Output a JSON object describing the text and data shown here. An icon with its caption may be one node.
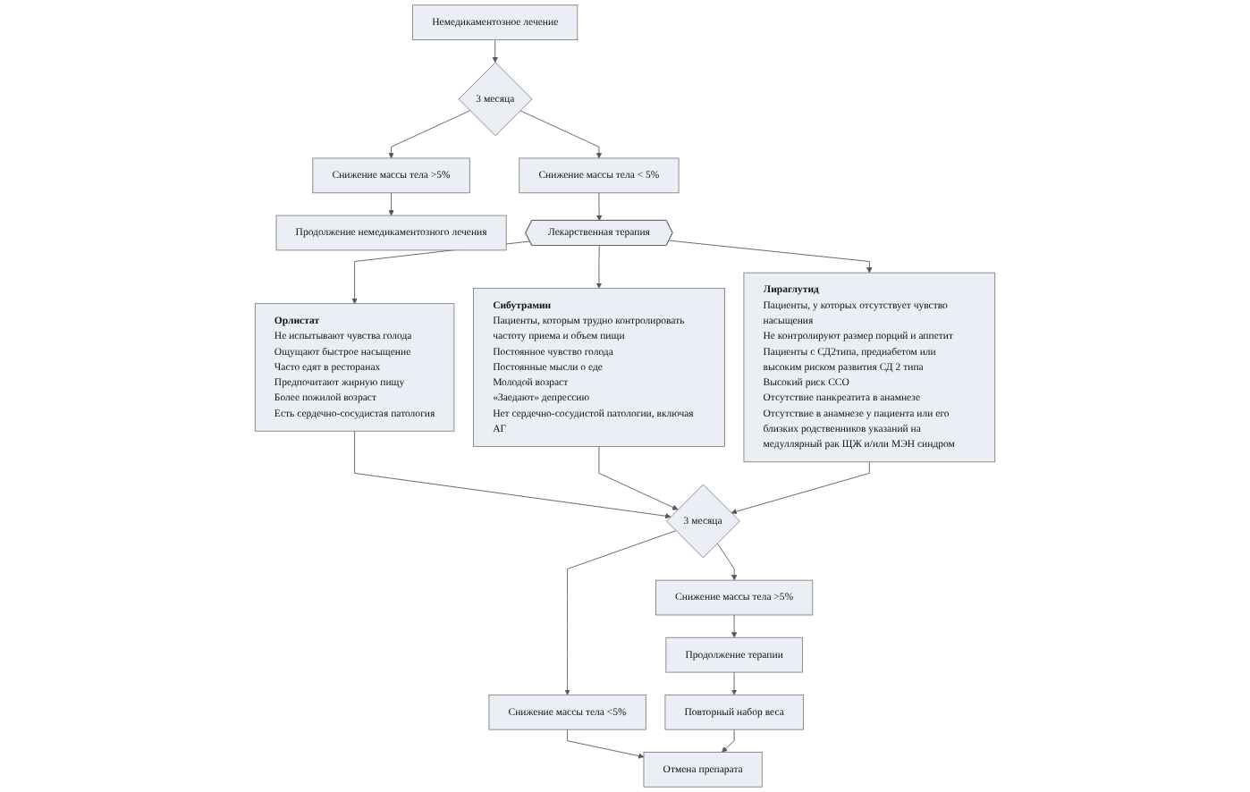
{
  "diagram": {
    "nodes": [
      {
        "text": [
          "Немедикаментозное лечение"
        ]
      },
      {
        "text": [
          "3 месяца"
        ]
      },
      {
        "text": [
          "Снижение массы тела >5%"
        ]
      },
      {
        "text": [
          "Снижение массы тела < 5%"
        ]
      },
      {
        "text": [
          "Продолжение немедикаментозного лечения"
        ]
      },
      {
        "text": [
          "Лекарственная терапия"
        ]
      },
      {
        "text": [
          "Орлистат",
          "Не испытывают чувства голода",
          "Ощущают быстрое насыщение",
          "Часто едят в ресторанах",
          "Предпочитают жирную пищу",
          "Более пожилой возраст",
          "Есть сердечно-сосудистая патология"
        ]
      },
      {
        "text": [
          "Сибутрамин",
          "Пациенты, которым трудно контролировать частоту приема и объем пищи",
          "Постоянное чувство голода",
          "Постоянные мысли о еде",
          "Молодой возраст",
          "«Заедают» депрессию",
          "Нет сердечно-сосудистой патологии, включая АГ"
        ]
      },
      {
        "text": [
          "Лираглутид",
          "Пациенты, у которых отсутствует чувство насыщения",
          "Не контролируют размер порций и аппетит",
          "Пациенты с СД2типа, предиабетом или высоким риском развития СД 2 типа",
          "Высокий риск ССО",
          "Отсутствие панкреатита в анамнезе",
          "Отсутствие в анамнезе у пациента или его близких родственников указаний на медуллярный рак ЩЖ и/или МЭН синдром"
        ]
      },
      {
        "text": [
          "3 месяца"
        ]
      },
      {
        "text": [
          "Снижение массы тела <5%"
        ]
      },
      {
        "text": [
          "Снижение массы тела >5%"
        ]
      },
      {
        "text": [
          "Продолжение терапии"
        ]
      },
      {
        "text": [
          "Повторный набор веса"
        ]
      },
      {
        "text": [
          "Отмена препарата"
        ]
      }
    ],
    "edges": [
      {
        "from": 0,
        "to": 1,
        "arrow": "to"
      },
      {
        "from": 1,
        "to": 2,
        "arrow": "to"
      },
      {
        "from": 1,
        "to": 3,
        "arrow": "to"
      },
      {
        "from": 2,
        "to": 4,
        "arrow": "to"
      },
      {
        "from": 3,
        "to": 5,
        "arrow": "to"
      },
      {
        "from": 5,
        "to": 6,
        "arrow": "to"
      },
      {
        "from": 5,
        "to": 7,
        "arrow": "to"
      },
      {
        "from": 5,
        "to": 8,
        "arrow": "to"
      },
      {
        "from": 6,
        "to": 9,
        "arrow": "to"
      },
      {
        "from": 7,
        "to": 9,
        "arrow": "to"
      },
      {
        "from": 8,
        "to": 9,
        "arrow": "to"
      },
      {
        "from": 9,
        "to": 10,
        "arrow": "to"
      },
      {
        "from": 9,
        "to": 11,
        "arrow": "to"
      },
      {
        "from": 11,
        "to": 12,
        "arrow": "to"
      },
      {
        "from": 12,
        "to": 13,
        "arrow": "to"
      },
      {
        "from": 10,
        "to": 14,
        "arrow": "to"
      },
      {
        "from": 13,
        "to": 14,
        "arrow": "to"
      }
    ]
  }
}
